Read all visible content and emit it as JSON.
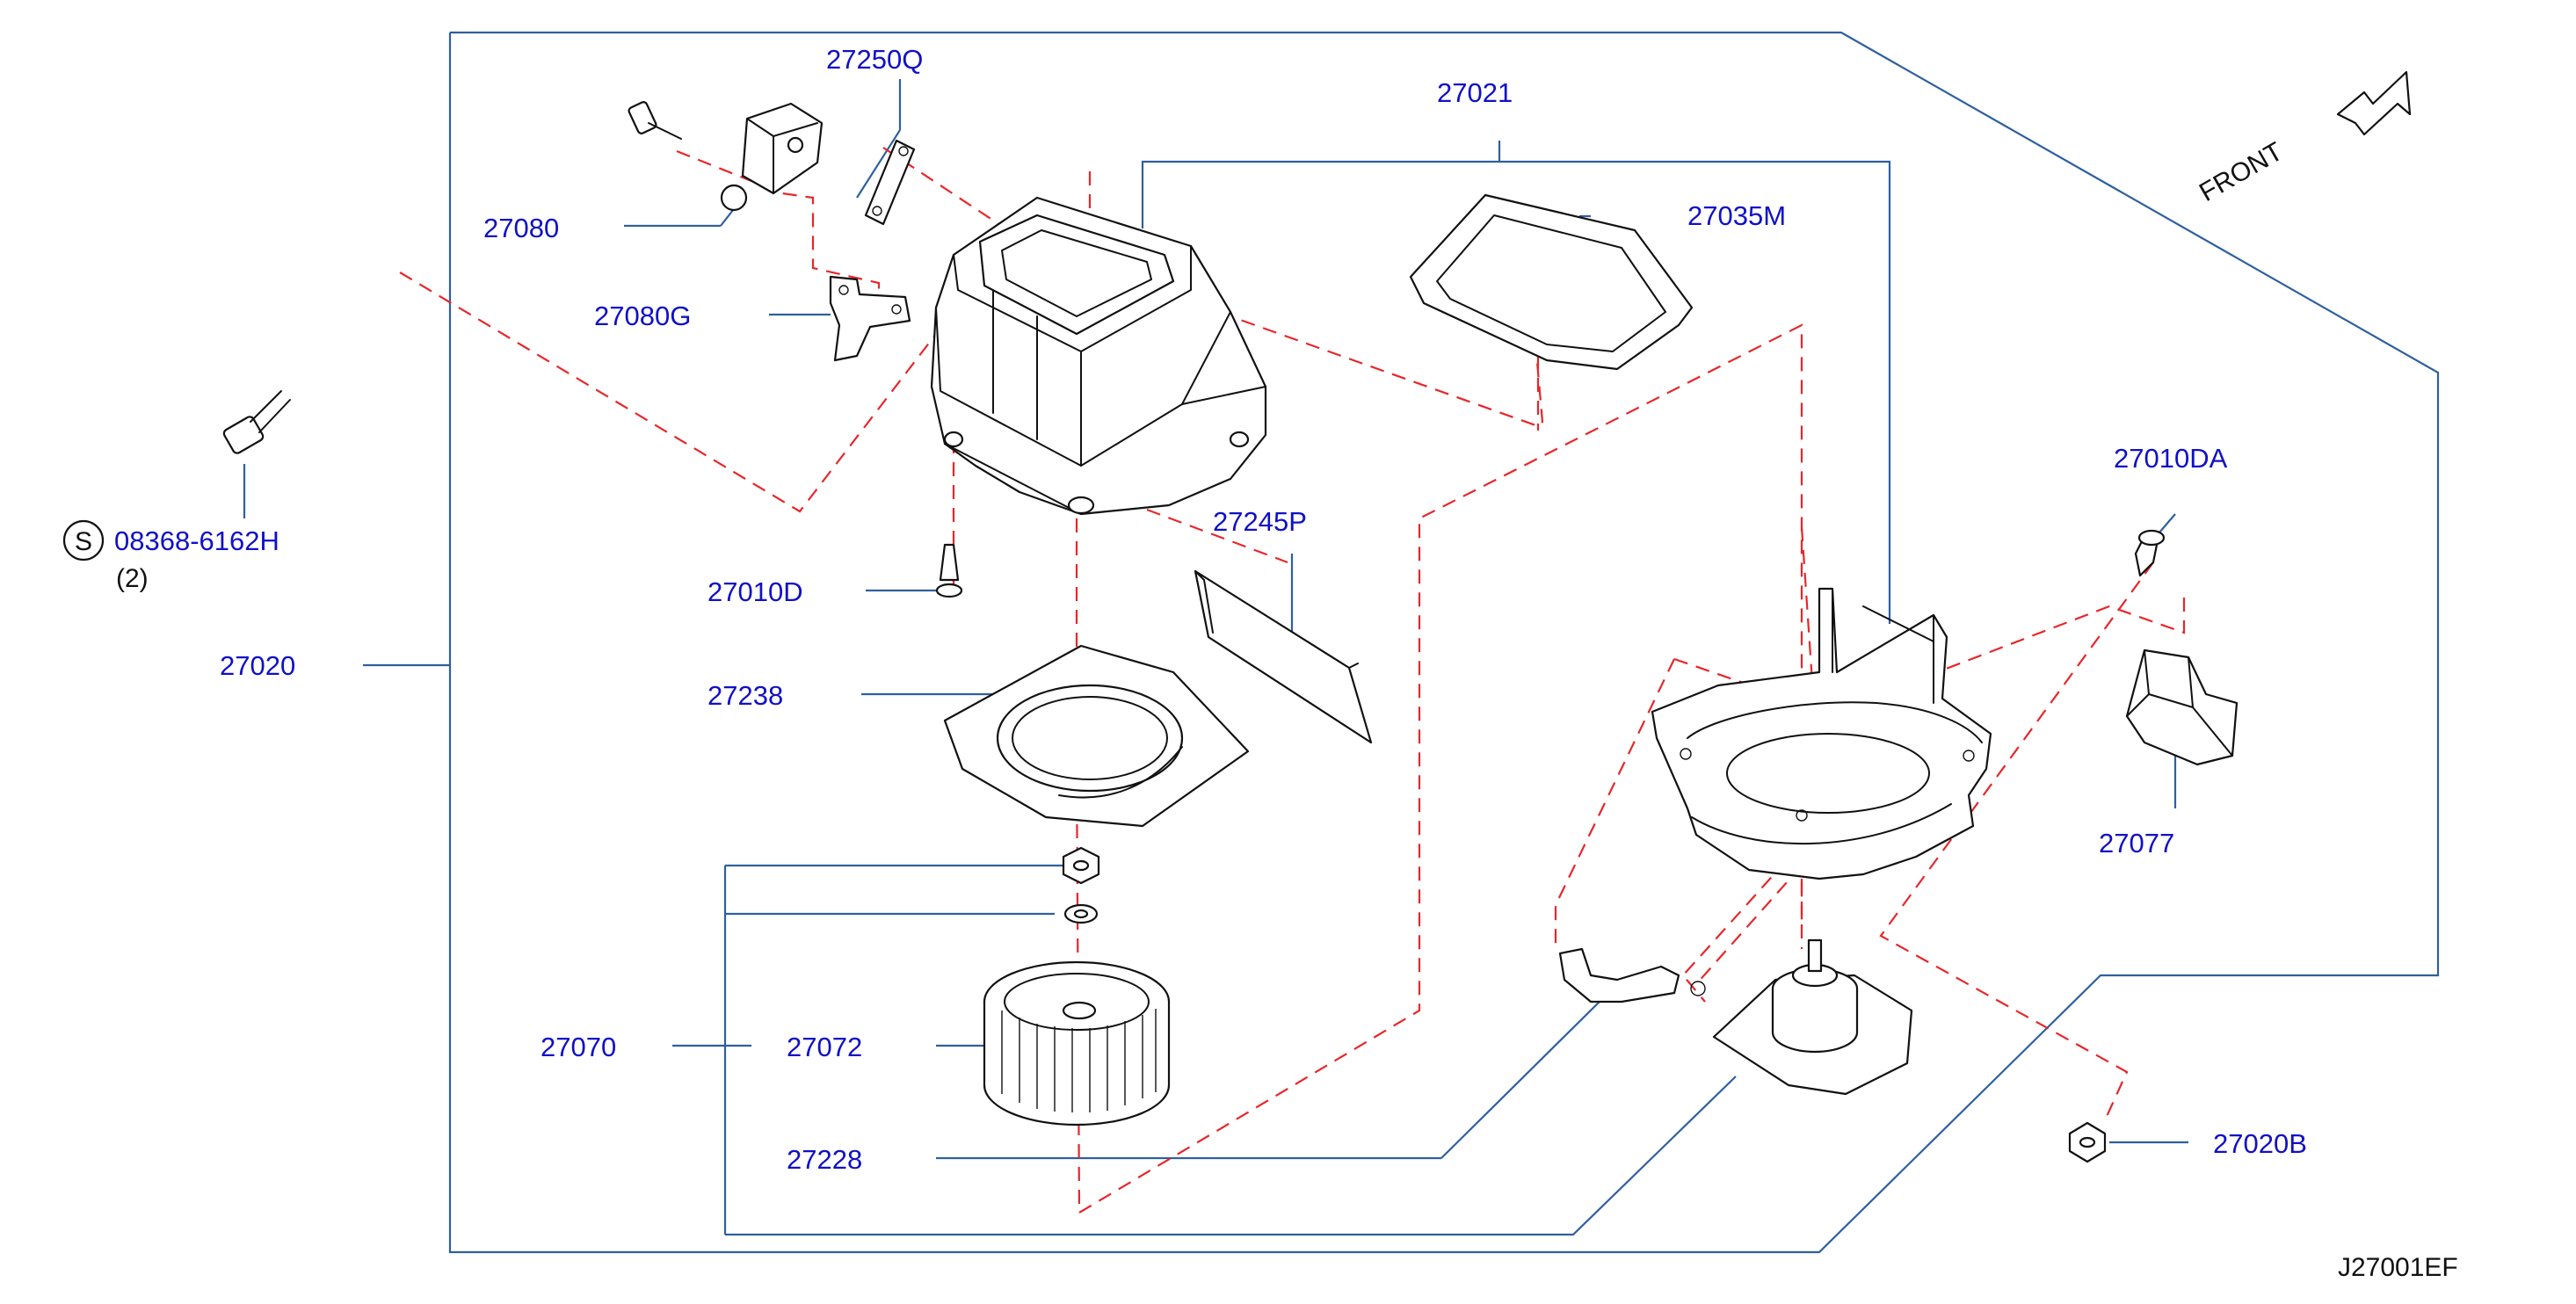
{
  "diagram_id": "J27001EF",
  "direction_label": "FRONT",
  "screw_symbol": "S",
  "callouts": [
    {
      "id": "27250Q",
      "text": "27250Q"
    },
    {
      "id": "27021",
      "text": "27021"
    },
    {
      "id": "27080",
      "text": "27080"
    },
    {
      "id": "27035M",
      "text": "27035M"
    },
    {
      "id": "27080G",
      "text": "27080G"
    },
    {
      "id": "08368-6162H",
      "text": "08368-6162H"
    },
    {
      "id": "qty",
      "text": "(2)"
    },
    {
      "id": "27245P",
      "text": "27245P"
    },
    {
      "id": "27010D",
      "text": "27010D"
    },
    {
      "id": "27020",
      "text": "27020"
    },
    {
      "id": "27238",
      "text": "27238"
    },
    {
      "id": "27010DA",
      "text": "27010DA"
    },
    {
      "id": "27077",
      "text": "27077"
    },
    {
      "id": "27070",
      "text": "27070"
    },
    {
      "id": "27072",
      "text": "27072"
    },
    {
      "id": "27228",
      "text": "27228"
    },
    {
      "id": "27020B",
      "text": "27020B"
    }
  ],
  "colors": {
    "leader": "#2f5f9f",
    "phantom": "#e8262a",
    "label": "#1010c8",
    "part": "#111111"
  }
}
